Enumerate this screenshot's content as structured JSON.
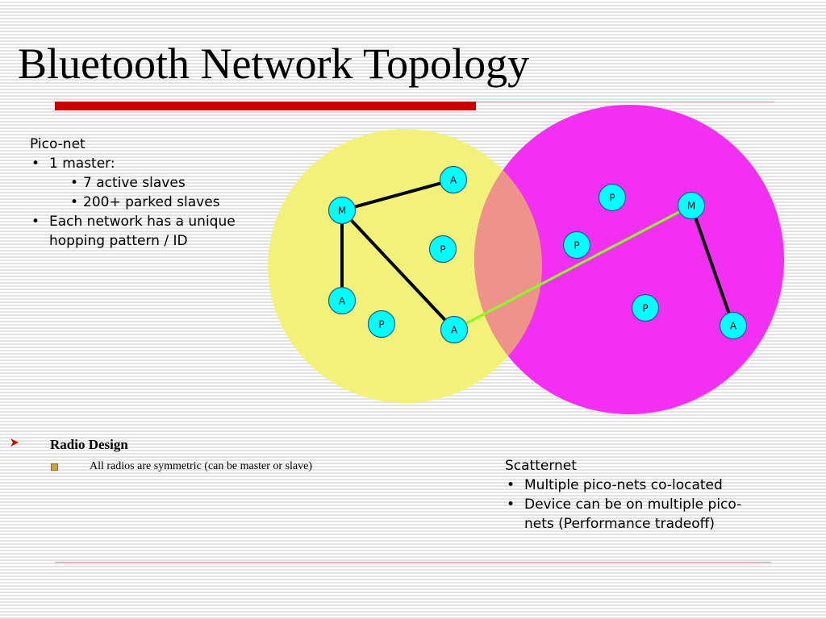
{
  "slide": {
    "title": "Bluetooth Network Topology"
  },
  "piconet": {
    "heading": "Pico-net",
    "master_bullet": "1 master:",
    "sub_bullets": [
      "7 active slaves",
      "200+ parked slaves"
    ],
    "bullet_2_line_1": "Each network has a unique",
    "bullet_2_line_2": "hopping pattern / ID"
  },
  "scatternet": {
    "heading": "Scatternet",
    "bullet_1": "Multiple pico-nets co-located",
    "bullet_2_line_1": "Device can be on multiple pico-",
    "bullet_2_line_2": "nets (Performance tradeoff)"
  },
  "radio_design": {
    "title": "Radio Design",
    "subitem": "All radios are symmetric (can be master or slave)"
  },
  "diagram": {
    "colors": {
      "left_piconet": "#f2f27a",
      "right_piconet": "#f22ff2",
      "overlap": "#ee938a",
      "node_fill": "#00ffff",
      "node_stroke": "#1a5a8a",
      "link": "#000000",
      "bridge_link": "#88ff22"
    },
    "nodes": {
      "left_master": "M",
      "left_active_top": "A",
      "left_parked_center": "P",
      "left_active_bottom_left": "A",
      "left_parked_bottom": "P",
      "bridge_active": "A",
      "right_parked_top": "P",
      "right_master": "M",
      "right_parked_middle": "P",
      "right_parked_bottom": "P",
      "right_active": "A"
    }
  }
}
